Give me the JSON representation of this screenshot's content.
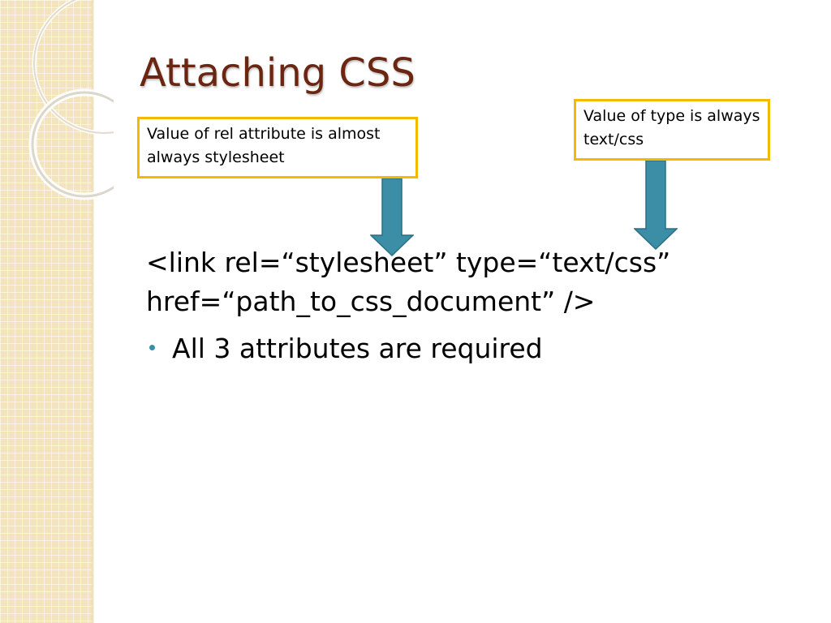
{
  "slide": {
    "title": "Attaching CSS",
    "callouts": {
      "rel": {
        "text": "Value of rel attribute is almost always stylesheet"
      },
      "type": {
        "text": "Value of type is always text/css"
      }
    },
    "body": {
      "code_line_1": "<link rel=“stylesheet” type=“text/css”",
      "code_line_2": "href=“path_to_css_document” />",
      "bullet": "All 3 attributes are required"
    }
  },
  "colors": {
    "title": "#6b2612",
    "callout_border": "#f5b800",
    "arrow_fill": "#3b8ea5",
    "arrow_stroke": "#2a6f83",
    "bullet": "#3a8fa8",
    "side_panel": "#f3e4bd"
  },
  "icons": {
    "arrow": "down-arrow-icon",
    "bullet": "bullet-dot-icon"
  }
}
